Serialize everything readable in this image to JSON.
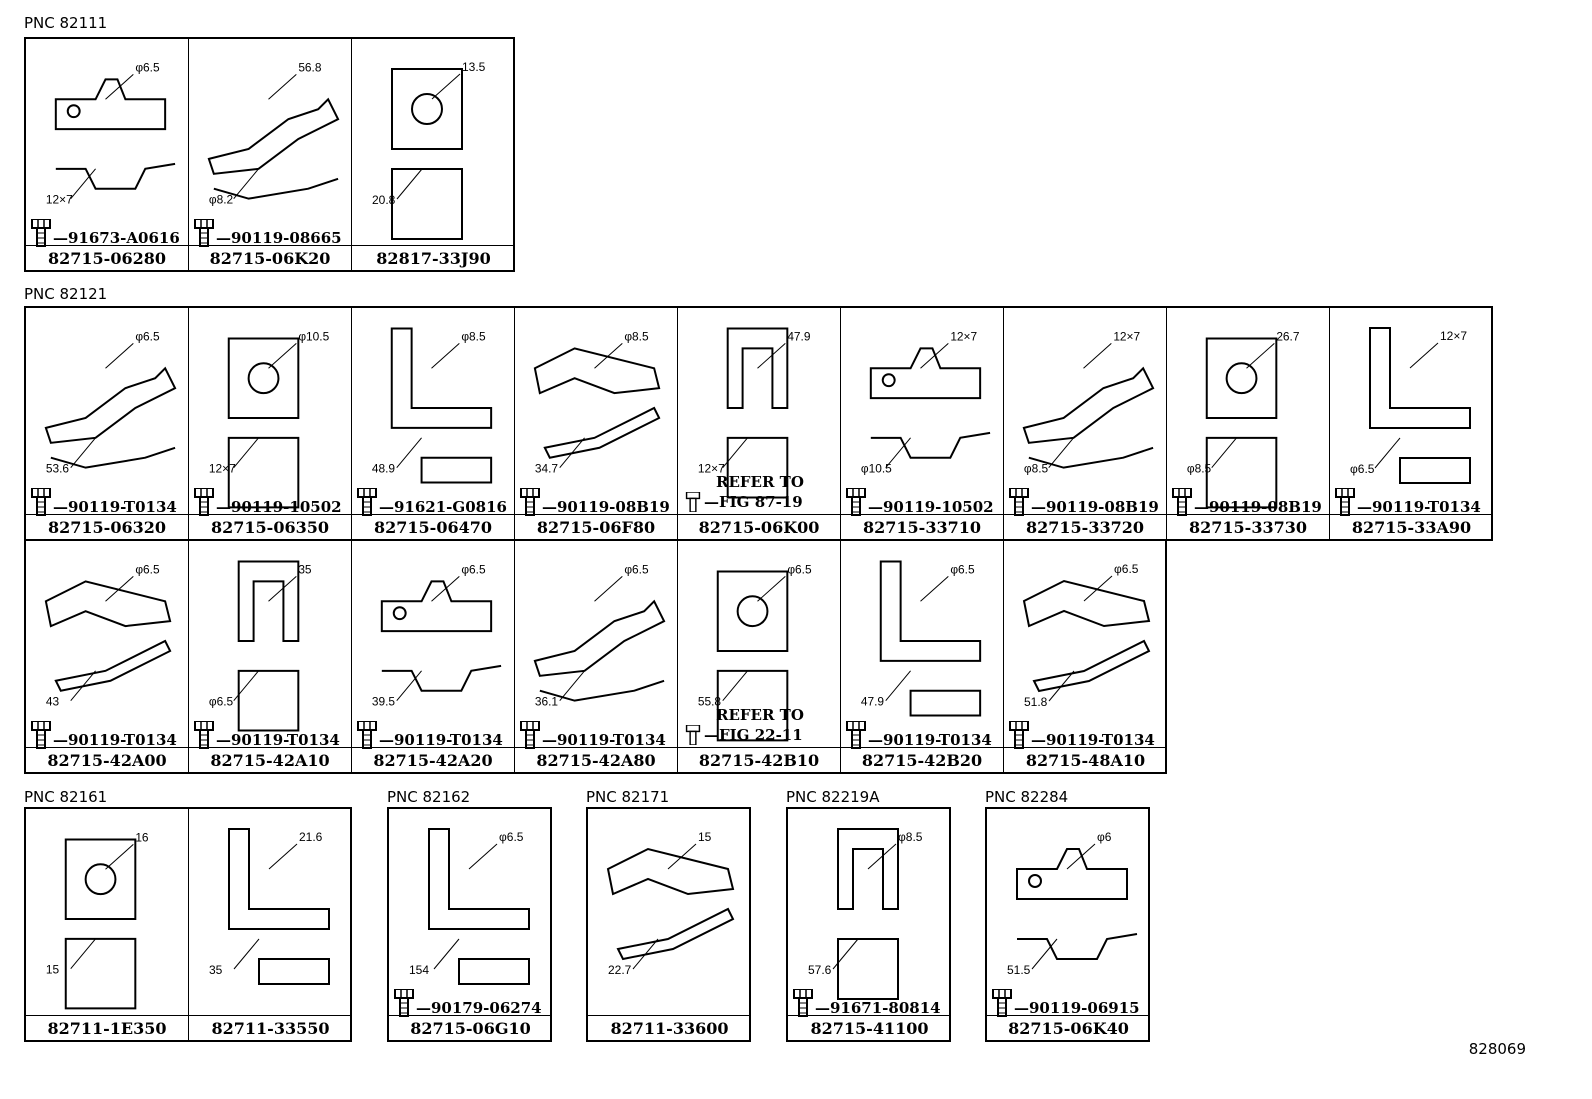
{
  "groups": [
    {
      "pnc": "PNC 82111",
      "cells": [
        {
          "part": "82715-06280",
          "fastener": "91673-A0616",
          "dims": [
            "φ6.5",
            "12×7"
          ]
        },
        {
          "part": "82715-06K20",
          "fastener": "90119-08665",
          "dims": [
            "56.8",
            "φ8.2"
          ]
        },
        {
          "part": "82817-33J90",
          "fastener": "",
          "dims": [
            "13.5",
            "20.8"
          ]
        }
      ]
    },
    {
      "pnc": "PNC 82121",
      "cells": [
        {
          "part": "82715-06320",
          "fastener": "90119-T0134",
          "dims": [
            "φ6.5",
            "53.6"
          ]
        },
        {
          "part": "82715-06350",
          "fastener": "90119-10502",
          "dims": [
            "φ10.5",
            "12×7"
          ]
        },
        {
          "part": "82715-06470",
          "fastener": "91621-G0816",
          "dims": [
            "φ8.5",
            "48.9"
          ]
        },
        {
          "part": "82715-06F80",
          "fastener": "90119-08B19",
          "dims": [
            "φ8.5",
            "34.7"
          ]
        },
        {
          "part": "82715-06K00",
          "fastener": "",
          "refer": [
            "REFER TO",
            "FIG 87-19"
          ],
          "dims": [
            "47.9",
            "12×7"
          ]
        },
        {
          "part": "82715-33710",
          "fastener": "90119-10502",
          "dims": [
            "12×7",
            "φ10.5"
          ]
        },
        {
          "part": "82715-33720",
          "fastener": "90119-08B19",
          "dims": [
            "12×7",
            "φ8.5"
          ]
        },
        {
          "part": "82715-33730",
          "fastener": "90119-08B19",
          "dims": [
            "26.7",
            "φ8.5"
          ]
        },
        {
          "part": "82715-33A90",
          "fastener": "90119-T0134",
          "dims": [
            "12×7",
            "φ6.5"
          ]
        },
        {
          "part": "82715-42A00",
          "fastener": "90119-T0134",
          "dims": [
            "φ6.5",
            "43"
          ]
        },
        {
          "part": "82715-42A10",
          "fastener": "90119-T0134",
          "dims": [
            "35",
            "φ6.5"
          ]
        },
        {
          "part": "82715-42A20",
          "fastener": "90119-T0134",
          "dims": [
            "φ6.5",
            "39.5"
          ]
        },
        {
          "part": "82715-42A80",
          "fastener": "90119-T0134",
          "dims": [
            "φ6.5",
            "36.1"
          ]
        },
        {
          "part": "82715-42B10",
          "fastener": "",
          "refer": [
            "REFER TO",
            "FIG 22-11"
          ],
          "dims": [
            "φ6.5",
            "55.8"
          ]
        },
        {
          "part": "82715-42B20",
          "fastener": "90119-T0134",
          "dims": [
            "φ6.5",
            "47.9"
          ]
        },
        {
          "part": "82715-48A10",
          "fastener": "90119-T0134",
          "dims": [
            "φ6.5",
            "51.8"
          ]
        }
      ]
    },
    {
      "pnc": "PNC 82161",
      "cells": [
        {
          "part": "82711-1E350",
          "fastener": "",
          "dims": [
            "16",
            "15"
          ]
        },
        {
          "part": "82711-33550",
          "fastener": "",
          "dims": [
            "21.6",
            "35"
          ]
        }
      ]
    },
    {
      "pnc": "PNC 82162",
      "cells": [
        {
          "part": "82715-06G10",
          "fastener": "90179-06274",
          "dims": [
            "φ6.5",
            "154"
          ]
        }
      ]
    },
    {
      "pnc": "PNC 82171",
      "cells": [
        {
          "part": "82711-33600",
          "fastener": "",
          "dims": [
            "15",
            "22.7"
          ]
        }
      ]
    },
    {
      "pnc": "PNC 82219A",
      "cells": [
        {
          "part": "82715-41100",
          "fastener": "91671-80814",
          "dims": [
            "φ8.5",
            "57.6"
          ]
        }
      ]
    },
    {
      "pnc": "PNC 82284",
      "cells": [
        {
          "part": "82715-06K40",
          "fastener": "90119-06915",
          "dims": [
            "φ6",
            "51.5"
          ]
        }
      ]
    }
  ],
  "figure_number": "828069"
}
